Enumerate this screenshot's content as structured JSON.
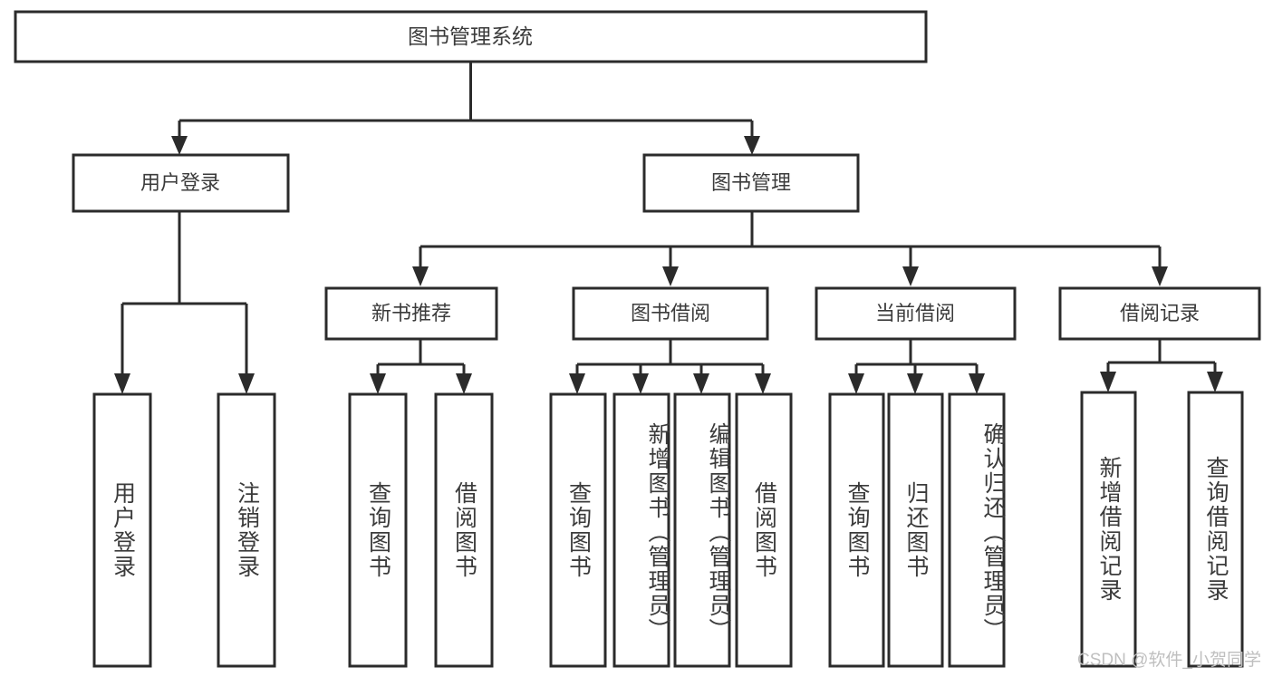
{
  "diagram": {
    "title": "图书管理系统",
    "type": "tree-hierarchy-chart",
    "root": {
      "label": "图书管理系统"
    },
    "level1": [
      {
        "label": "用户登录"
      },
      {
        "label": "图书管理"
      }
    ],
    "level2": [
      {
        "label": "新书推荐"
      },
      {
        "label": "图书借阅"
      },
      {
        "label": "当前借阅"
      },
      {
        "label": "借阅记录"
      }
    ],
    "leaves": {
      "user_login": [
        {
          "label": "用户登录"
        },
        {
          "label": "注销登录"
        }
      ],
      "new_book_recommend": [
        {
          "label": "查询图书"
        },
        {
          "label": "借阅图书"
        }
      ],
      "book_borrow": [
        {
          "label": "查询图书"
        },
        {
          "label": "新增图书（管理员）"
        },
        {
          "label": "编辑图书（管理员）"
        },
        {
          "label": "借阅图书"
        }
      ],
      "current_borrow": [
        {
          "label": "查询图书"
        },
        {
          "label": "归还图书"
        },
        {
          "label": "确认归还（管理员）"
        }
      ],
      "borrow_record": [
        {
          "label": "新增借阅记录"
        },
        {
          "label": "查询借阅记录"
        }
      ]
    }
  },
  "watermark": {
    "text": "CSDN @软件_小贺同学"
  },
  "colors": {
    "stroke": "#2b2b2b",
    "box_fill": "#ffffff",
    "text": "#3b3b3b",
    "background": "#ffffff",
    "watermark": "#bfbfbf"
  }
}
